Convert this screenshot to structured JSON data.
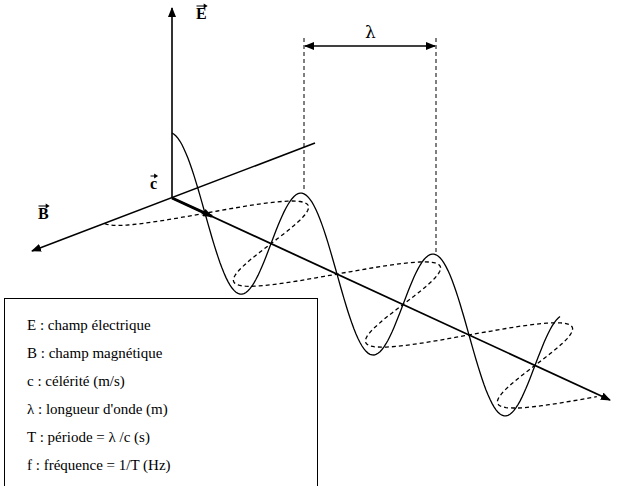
{
  "diagram": {
    "nodes": [
      {
        "text": [
          "E : champ électrique",
          "B : champ magnétique",
          "c : célérité (m/s)",
          "λ : longueur d'onde (m)",
          "T : période = λ /c (s)",
          "f : fréquence = 1/T (Hz)"
        ]
      }
    ],
    "labels": [
      "E",
      "B",
      "c",
      "λ"
    ]
  }
}
